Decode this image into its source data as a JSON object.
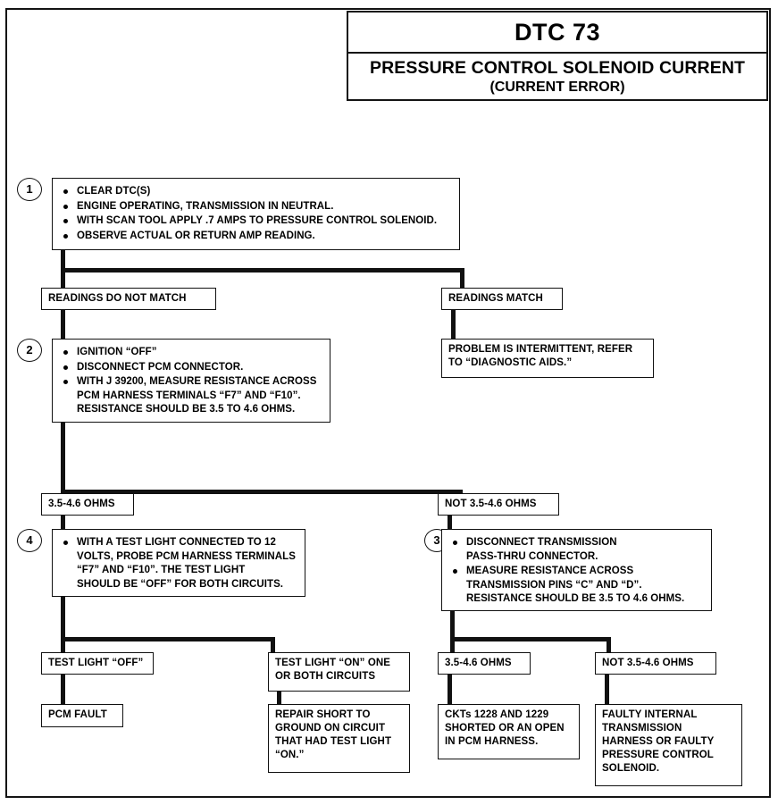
{
  "title": {
    "code": "DTC 73",
    "name": "PRESSURE CONTROL SOLENOID CURRENT",
    "qualifier": "(CURRENT ERROR)"
  },
  "steps": [
    {
      "number": "1",
      "bullets": [
        [
          "CLEAR DTC(S)"
        ],
        [
          "ENGINE OPERATING, TRANSMISSION IN NEUTRAL."
        ],
        [
          "WITH SCAN TOOL APPLY .7 AMPS TO PRESSURE CONTROL SOLENOID."
        ],
        [
          "OBSERVE ACTUAL OR RETURN AMP READING."
        ]
      ]
    },
    {
      "number": "2",
      "bullets": [
        [
          "IGNITION “OFF”"
        ],
        [
          "DISCONNECT PCM CONNECTOR."
        ],
        [
          "WITH J 39200, MEASURE RESISTANCE ACROSS",
          "PCM HARNESS TERMINALS “F7” AND “F10”.",
          "RESISTANCE SHOULD BE 3.5 TO 4.6 OHMS."
        ]
      ]
    },
    {
      "number": "4",
      "bullets": [
        [
          "WITH A TEST LIGHT CONNECTED TO 12",
          "VOLTS, PROBE PCM HARNESS TERMINALS",
          "“F7” AND “F10”.  THE TEST LIGHT",
          "SHOULD BE “OFF” FOR BOTH CIRCUITS."
        ]
      ]
    },
    {
      "number": "3",
      "bullets": [
        [
          "DISCONNECT TRANSMISSION",
          "PASS-THRU CONNECTOR."
        ],
        [
          "MEASURE RESISTANCE ACROSS",
          "TRANSMISSION PINS “C” AND “D”.",
          "RESISTANCE SHOULD BE 3.5 TO 4.6 OHMS."
        ]
      ]
    }
  ],
  "labels": {
    "readings_do_not_match": "READINGS DO NOT MATCH",
    "readings_match": "READINGS MATCH",
    "ohms_in_range_1": "3.5-4.6 OHMS",
    "ohms_not_in_range_1": "NOT 3.5-4.6 OHMS",
    "test_light_off": "TEST LIGHT “OFF”",
    "test_light_on": [
      "TEST LIGHT “ON” ONE",
      "OR BOTH CIRCUITS"
    ],
    "ohms_in_range_2": "3.5-4.6 OHMS",
    "ohms_not_in_range_2": "NOT 3.5-4.6 OHMS"
  },
  "outcomes": {
    "intermittent": [
      "PROBLEM IS INTERMITTENT,",
      "REFER TO “DIAGNOSTIC AIDS.”"
    ],
    "pcm_fault": "PCM FAULT",
    "repair_short": [
      "REPAIR SHORT TO",
      "GROUND ON CIRCUIT",
      "THAT HAD TEST LIGHT",
      "“ON.”"
    ],
    "ckt_short_open": [
      "CKTs 1228 AND 1229",
      "SHORTED OR AN OPEN",
      "IN PCM HARNESS."
    ],
    "faulty_harness_solenoid": [
      "FAULTY INTERNAL",
      "TRANSMISSION HARNESS",
      "OR",
      "FAULTY PRESSURE",
      "CONTROL SOLENOID."
    ]
  },
  "colors": {
    "line": "#111111",
    "border": "#141414",
    "background": "#ffffff"
  }
}
